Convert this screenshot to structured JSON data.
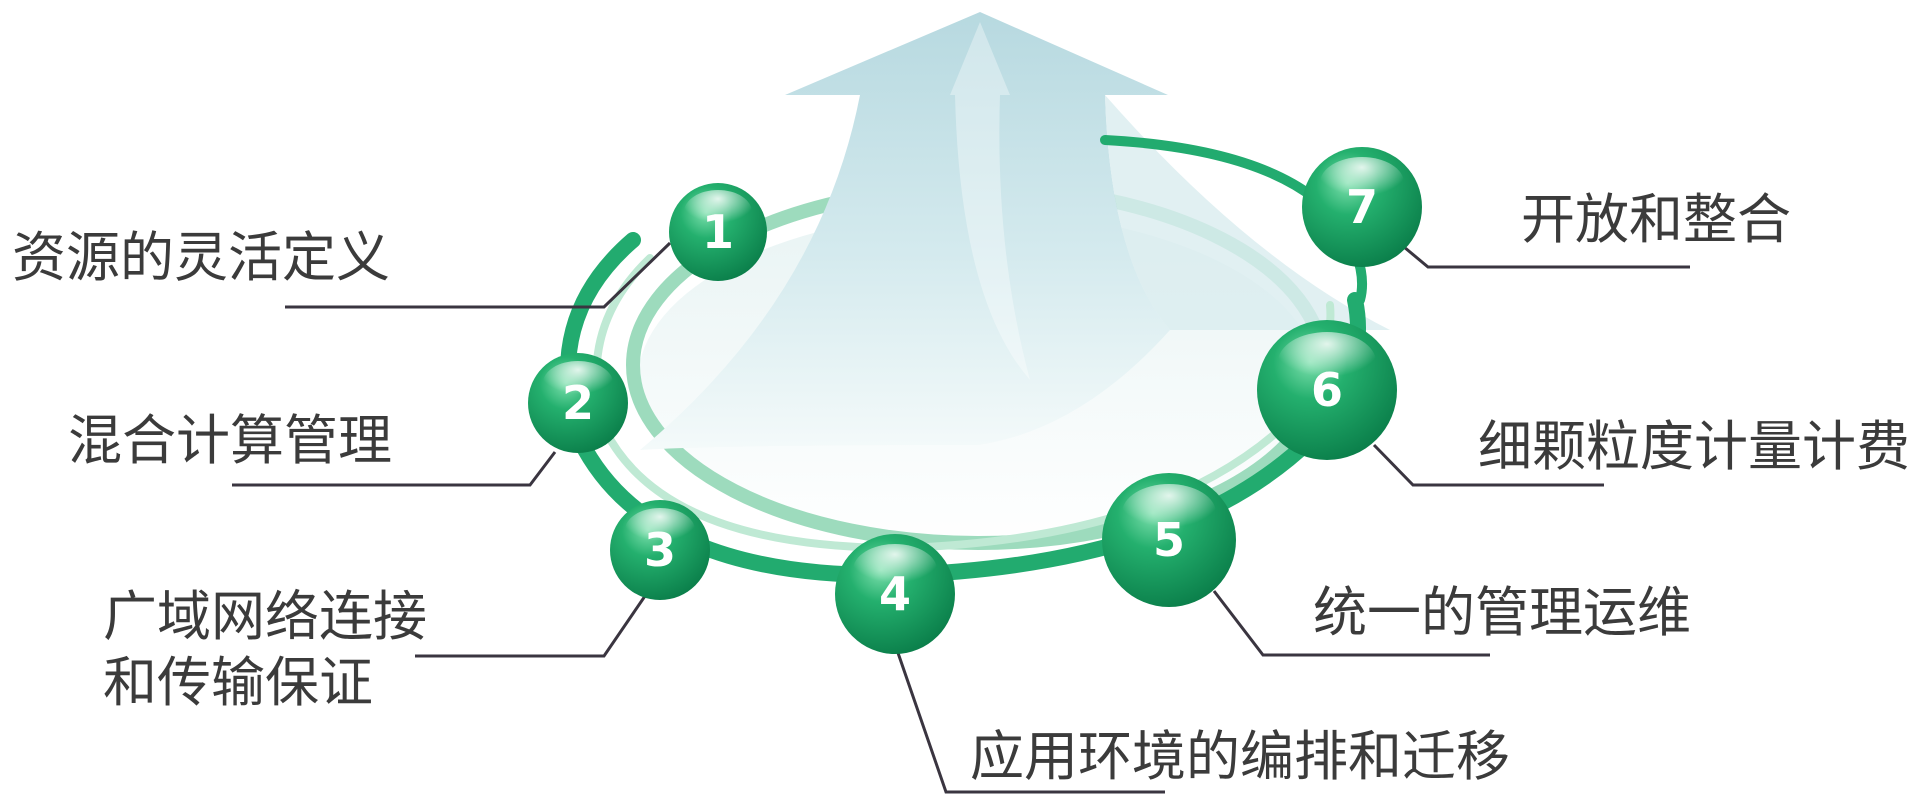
{
  "steps": [
    {
      "number": "1",
      "label": "资源的灵活定义"
    },
    {
      "number": "2",
      "label": "混合计算管理"
    },
    {
      "number": "3",
      "label_lines": [
        "广域网络连接",
        "和传输保证"
      ]
    },
    {
      "number": "4",
      "label": "应用环境的编排和迁移"
    },
    {
      "number": "5",
      "label": "统一的管理运维"
    },
    {
      "number": "6",
      "label": "细颗粒度计量计费"
    },
    {
      "number": "7",
      "label": "开放和整合"
    }
  ],
  "colors": {
    "ring": "#2db37a",
    "ring_light": "#8fd8b5",
    "ball": "#0f9a5c",
    "arrow_top": "#bcdde3",
    "arrow_bottom": "#f1f8f8",
    "leader": "#3a3540",
    "text": "#3b3b3b"
  }
}
